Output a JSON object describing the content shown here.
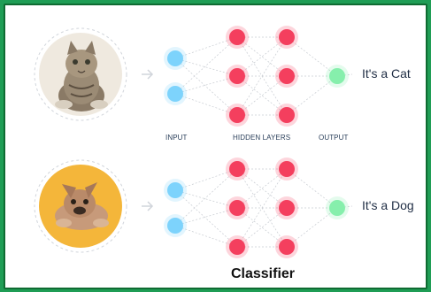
{
  "cat_row": {
    "result": "It's a Cat",
    "photo": "tabby-cat-photo"
  },
  "dog_row": {
    "result": "It's a Dog",
    "photo": "bulldog-photo"
  },
  "labels": {
    "input": "INPUT",
    "hidden": "HIDDEN LAYERS",
    "output": "OUTPUT"
  },
  "title": "Classifier",
  "colors": {
    "border": "#1f9d55",
    "input_node": "#7dd3fc",
    "hidden_node": "#f43f5e",
    "output_node": "#86efac",
    "cat_bg": "#f3ece2",
    "dog_bg": "#f4b63a"
  }
}
